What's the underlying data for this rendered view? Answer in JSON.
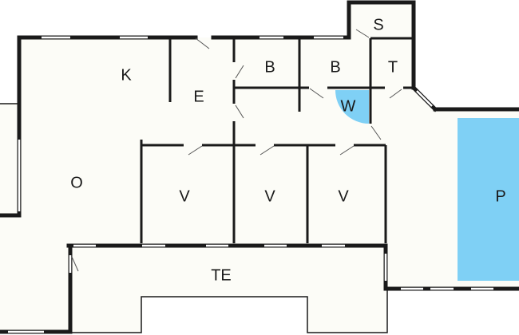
{
  "floor_plan": {
    "rooms": {
      "kitchen": "K",
      "entrance": "E",
      "bath_1": "B",
      "bath_2": "B",
      "storage": "S",
      "toilet": "T",
      "whirlpool": "W",
      "living": "O",
      "bedroom_1": "V",
      "bedroom_2": "V",
      "bedroom_3": "V",
      "pool": "P",
      "terrace": "TE"
    },
    "colors": {
      "floor": "#fcfcf7",
      "wall": "#1a1a1a",
      "water": "#7fd0f5"
    }
  }
}
